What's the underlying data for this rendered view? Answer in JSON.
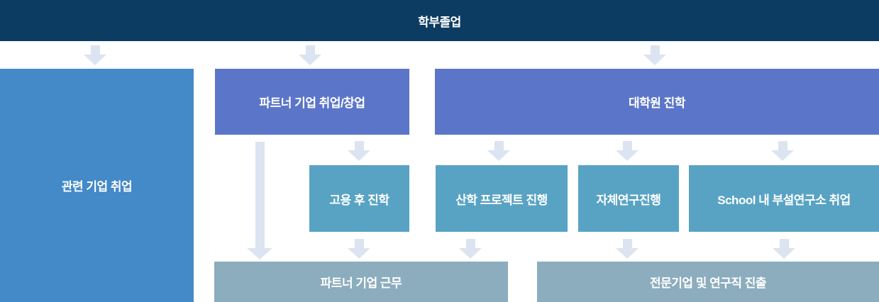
{
  "flow": {
    "title": "학부졸업",
    "level1": [
      {
        "id": "related-company",
        "label": "관련 기업 취업"
      },
      {
        "id": "partner-company",
        "label": "파트너 기업 취업/창업"
      },
      {
        "id": "grad-school",
        "label": "대학원 진학"
      }
    ],
    "level2": [
      {
        "id": "study-after-employment",
        "label": "고용 후 진학"
      },
      {
        "id": "industry-academic-project",
        "label": "산학 프로젝트 진행"
      },
      {
        "id": "independent-research",
        "label": "자체연구진행"
      },
      {
        "id": "school-research-institute",
        "label": "School 내 부설연구소 취업"
      }
    ],
    "level3": [
      {
        "id": "partner-company-work",
        "label": "파트너 기업 근무"
      },
      {
        "id": "professional-research-career",
        "label": "전문기업 및 연구직 진출"
      }
    ]
  },
  "colors": {
    "navy": "#0d3c62",
    "blue": "#4489c8",
    "purple": "#5b76c8",
    "teal": "#58a3c4",
    "slate": "#8badbd",
    "arrow": "#dbe4f0",
    "text": "#ffffff"
  }
}
